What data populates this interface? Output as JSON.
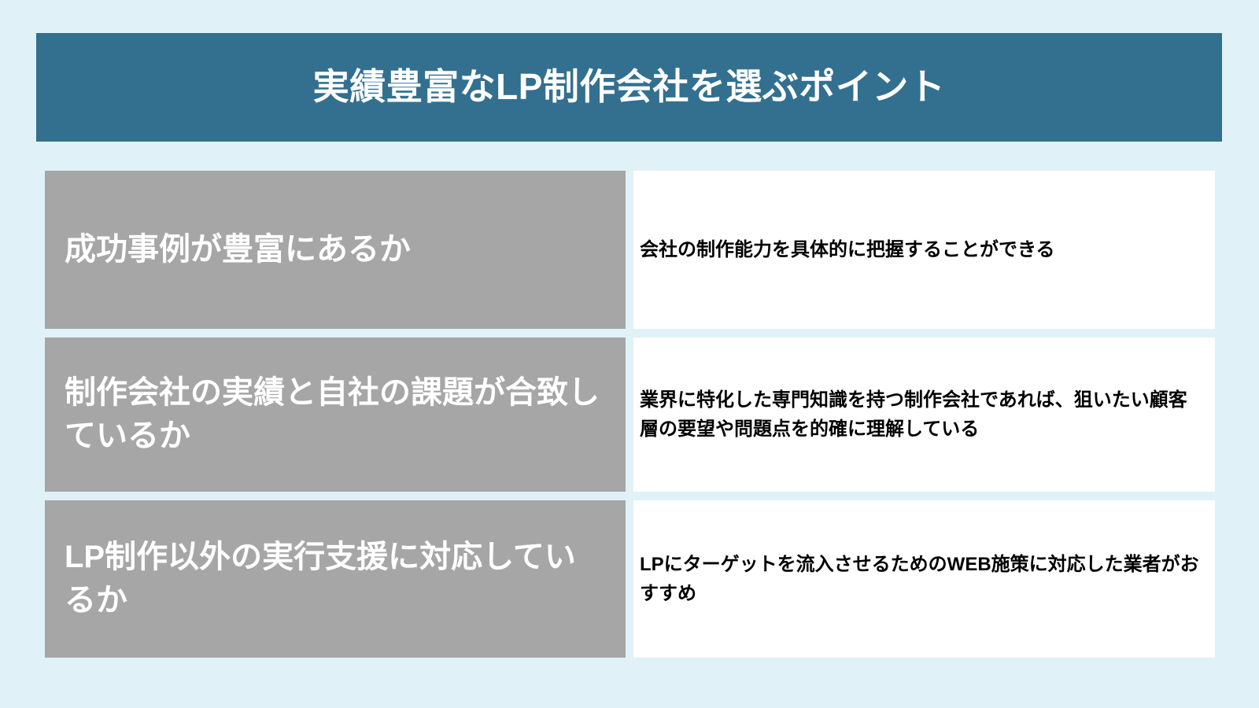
{
  "header": {
    "title": "実績豊富なLP制作会社を選ぶポイント",
    "background_color": "#33708f",
    "text_color": "#ffffff"
  },
  "page": {
    "background_color": "#e0f2f7"
  },
  "table": {
    "left_cell_color": "#a6a6a6",
    "left_text_color": "#ffffff",
    "right_cell_color": "#ffffff",
    "right_text_color": "#000000",
    "rows": [
      {
        "point": "成功事例が豊富にあるか",
        "detail": "会社の制作能力を具体的に把握することができる"
      },
      {
        "point": "制作会社の実績と自社の課題が合致しているか",
        "detail": "業界に特化した専門知識を持つ制作会社であれば、狙いたい顧客層の要望や問題点を的確に理解している"
      },
      {
        "point": "LP制作以外の実行支援に対応しているか",
        "detail": "LPにターゲットを流入させるためのWEB施策に対応した業者がおすすめ"
      }
    ]
  }
}
